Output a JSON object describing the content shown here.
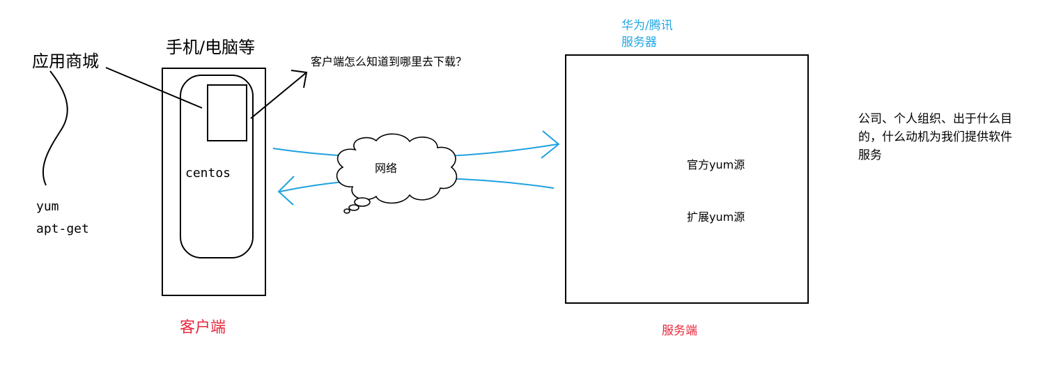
{
  "colors": {
    "ink": "#000000",
    "network_blue": "#1ea0e0",
    "client_red": "#e8263a",
    "server_blue": "#22a7e4",
    "server_red": "#e8263a"
  },
  "labels": {
    "app_store": "应用商城",
    "device_title": "手机/电脑等",
    "question": "客户端怎么知道到哪里去下载？",
    "os_name": "centos",
    "tool_yum": "yum",
    "tool_apt": "apt-get",
    "network": "网络",
    "client": "客户端",
    "server_provider_line1": "华为/腾讯",
    "server_provider_line2": "服务器",
    "official_repo": "官方yum源",
    "extended_repo": "扩展yum源",
    "server": "服务端",
    "note_line1": "公司、个人组织、出于什么目",
    "note_line2": "的，什么动机为我们提供软件",
    "note_line3": "服务"
  },
  "icons": {
    "arrow_to_server": "arrow-right-icon",
    "arrow_to_client": "arrow-left-icon",
    "question_arrow": "arrow-up-right-icon",
    "network_cloud": "thought-cloud-icon"
  }
}
